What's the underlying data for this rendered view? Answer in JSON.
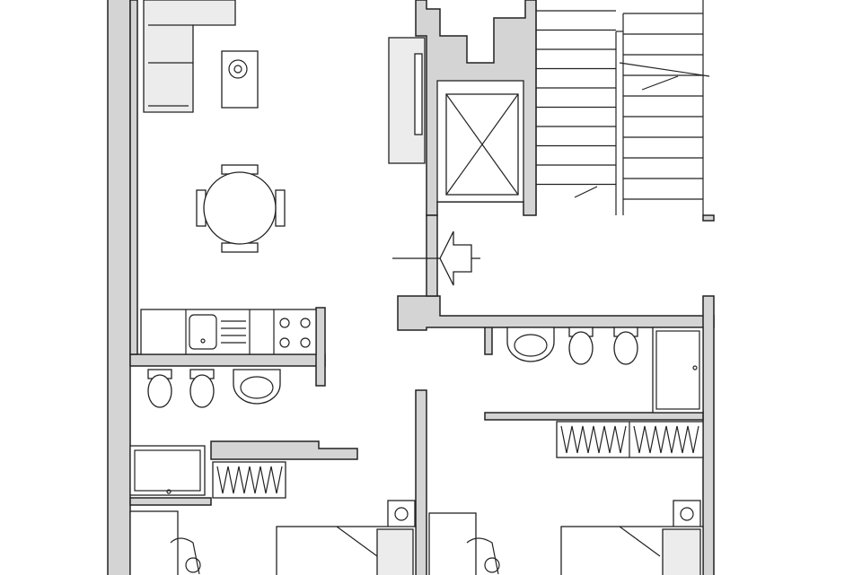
{
  "plan": {
    "colors": {
      "wall_fill": "#d4d4d4",
      "line": "#222222",
      "background": "#ffffff"
    },
    "rooms": [
      "living-dining",
      "kitchen",
      "bathroom-left",
      "bathroom-right",
      "bedroom-left",
      "bedroom-right",
      "stair-core",
      "elevator",
      "entrance"
    ]
  }
}
